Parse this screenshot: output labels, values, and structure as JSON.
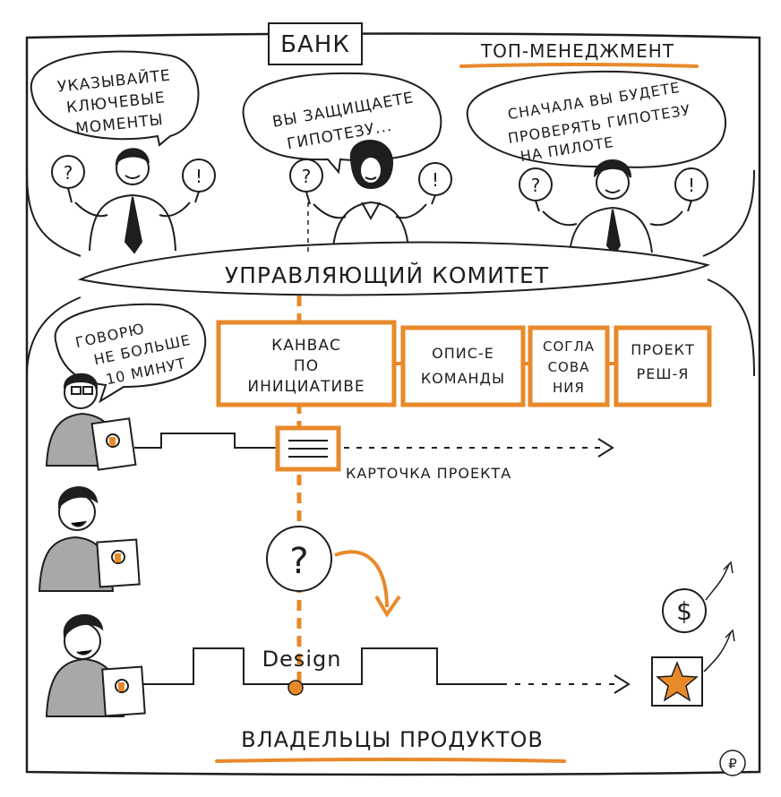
{
  "header": {
    "bank": "БАНК",
    "top_management": "ТОП-МЕНЕДЖМЕНТ"
  },
  "speech": {
    "left": [
      "УКАЗЫВАЙТЕ",
      "КЛЮЧЕВЫЕ",
      "МОМЕНТЫ"
    ],
    "middle": [
      "ВЫ ЗАЩИЩАЕТЕ",
      "ГИПОТЕЗУ..."
    ],
    "right": [
      "СНАЧАЛА ВЫ БУДЕТЕ",
      "ПРОВЕРЯТЬ ГИПОТЕЗУ",
      "НА ПИЛОТЕ"
    ],
    "owner": [
      "ГОВОРЮ",
      "НЕ БОЛЬШЕ",
      "10 МИНУТ"
    ]
  },
  "committee_label": "УПРАВЛЯЮЩИЙ КОМИТЕТ",
  "steps": [
    {
      "lines": [
        "КАНВАС",
        "ПО",
        "ИНИЦИАТИВЕ"
      ]
    },
    {
      "lines": [
        "ОПИС-Е",
        "КОМАНДЫ"
      ]
    },
    {
      "lines": [
        "СОГЛА",
        "СОВА",
        "НИЯ"
      ]
    },
    {
      "lines": [
        "ПРОЕКТ",
        "РЕШ-Я"
      ]
    }
  ],
  "project_card_label": "КАРТОЧКА ПРОЕКТА",
  "question_symbol": "?",
  "answer_symbol": "!",
  "design_label": "Design",
  "dollar_symbol": "$",
  "product_owners_label": "ВЛАДЕЛЬЦЫ ПРОДУКТОВ",
  "corner_mark": "₽",
  "colors": {
    "accent": "#e8892a",
    "ink": "#1e1e1e",
    "shirt_gray": "#a8a8a8",
    "paper": "#ffffff"
  }
}
